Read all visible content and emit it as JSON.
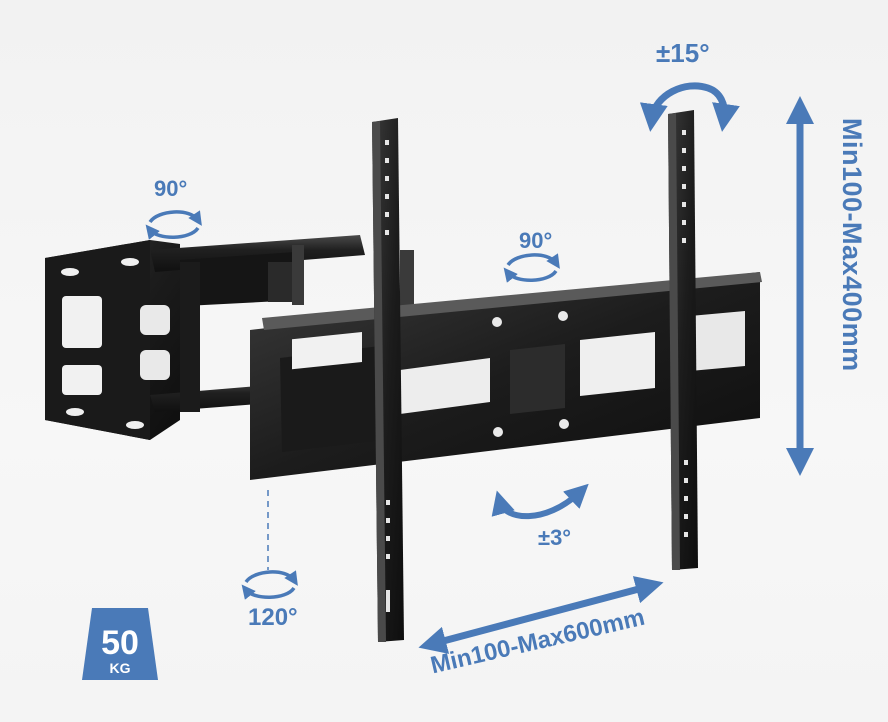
{
  "labels": {
    "tilt": "±15°",
    "swivel_left": "90°",
    "swivel_mid": "90°",
    "rotate": "±3°",
    "arm_turn": "120°",
    "vertical_range": "Min100-Max400mm",
    "horizontal_range": "Min100-Max600mm"
  },
  "load_badge": {
    "value": "50",
    "unit": "KG"
  },
  "colors": {
    "accent": "#4a7ab8",
    "steel": "#1e1e1e",
    "steel_highlight": "#4d4d4d",
    "background": "#f4f4f4"
  }
}
